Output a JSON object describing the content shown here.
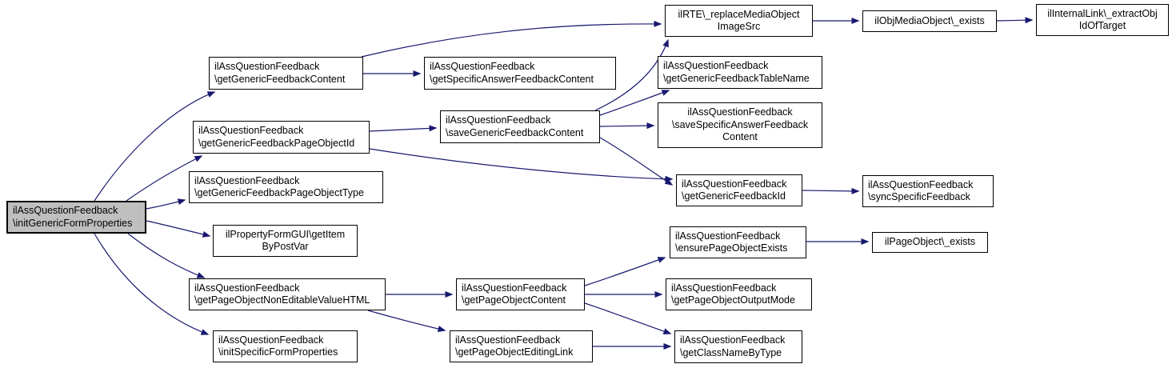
{
  "diagram": {
    "type": "call-graph",
    "colors": {
      "edge": "#191970",
      "node_border": "#000000",
      "node_fill": "#ffffff",
      "focus_fill": "#bfbfbf",
      "text": "#000000",
      "background": "#ffffff"
    },
    "nodes": [
      {
        "id": "initGenericFormProperties",
        "focus": true,
        "lines": [
          "ilAssQuestionFeedback",
          "\\initGenericFormProperties"
        ]
      },
      {
        "id": "getGenericFeedbackContent",
        "focus": false,
        "lines": [
          "ilAssQuestionFeedback",
          "\\getGenericFeedbackContent"
        ]
      },
      {
        "id": "getSpecificAnswerFeedbackContent",
        "focus": false,
        "lines": [
          "ilAssQuestionFeedback",
          "\\getSpecificAnswerFeedbackContent"
        ]
      },
      {
        "id": "replaceMediaObjectImageSrc",
        "focus": false,
        "lines": [
          "ilRTE\\_replaceMediaObject",
          "ImageSrc"
        ]
      },
      {
        "id": "objMediaObjectExists",
        "focus": false,
        "lines": [
          "ilObjMediaObject\\_exists"
        ]
      },
      {
        "id": "internalLinkExtractObjIdOfTarget",
        "focus": false,
        "lines": [
          "ilInternalLink\\_extractObj",
          "IdOfTarget"
        ]
      },
      {
        "id": "getGenericFeedbackPageObjectId",
        "focus": false,
        "lines": [
          "ilAssQuestionFeedback",
          "\\getGenericFeedbackPageObjectId"
        ]
      },
      {
        "id": "saveGenericFeedbackContent",
        "focus": false,
        "lines": [
          "ilAssQuestionFeedback",
          "\\saveGenericFeedbackContent"
        ]
      },
      {
        "id": "getGenericFeedbackTableName",
        "focus": false,
        "lines": [
          "ilAssQuestionFeedback",
          "\\getGenericFeedbackTableName"
        ]
      },
      {
        "id": "saveSpecificAnswerFeedbackContent",
        "focus": false,
        "lines": [
          "ilAssQuestionFeedback",
          "\\saveSpecificAnswerFeedback",
          "Content"
        ]
      },
      {
        "id": "getGenericFeedbackId",
        "focus": false,
        "lines": [
          "ilAssQuestionFeedback",
          "\\getGenericFeedbackId"
        ]
      },
      {
        "id": "syncSpecificFeedback",
        "focus": false,
        "lines": [
          "ilAssQuestionFeedback",
          "\\syncSpecificFeedback"
        ]
      },
      {
        "id": "getGenericFeedbackPageObjectType",
        "focus": false,
        "lines": [
          "ilAssQuestionFeedback",
          "\\getGenericFeedbackPageObjectType"
        ]
      },
      {
        "id": "getItemByPostVar",
        "focus": false,
        "lines": [
          "ilPropertyFormGUI\\getItem",
          "ByPostVar"
        ]
      },
      {
        "id": "getPageObjectNonEditableValueHTML",
        "focus": false,
        "lines": [
          "ilAssQuestionFeedback",
          "\\getPageObjectNonEditableValueHTML"
        ]
      },
      {
        "id": "getPageObjectContent",
        "focus": false,
        "lines": [
          "ilAssQuestionFeedback",
          "\\getPageObjectContent"
        ]
      },
      {
        "id": "ensurePageObjectExists",
        "focus": false,
        "lines": [
          "ilAssQuestionFeedback",
          "\\ensurePageObjectExists"
        ]
      },
      {
        "id": "pageObjectExists",
        "focus": false,
        "lines": [
          "ilPageObject\\_exists"
        ]
      },
      {
        "id": "getPageObjectOutputMode",
        "focus": false,
        "lines": [
          "ilAssQuestionFeedback",
          "\\getPageObjectOutputMode"
        ]
      },
      {
        "id": "initSpecificFormProperties",
        "focus": false,
        "lines": [
          "ilAssQuestionFeedback",
          "\\initSpecificFormProperties"
        ]
      },
      {
        "id": "getPageObjectEditingLink",
        "focus": false,
        "lines": [
          "ilAssQuestionFeedback",
          "\\getPageObjectEditingLink"
        ]
      },
      {
        "id": "getClassNameByType",
        "focus": false,
        "lines": [
          "ilAssQuestionFeedback",
          "\\getClassNameByType"
        ]
      }
    ],
    "edges": [
      {
        "from": "initGenericFormProperties",
        "to": "getGenericFeedbackContent"
      },
      {
        "from": "initGenericFormProperties",
        "to": "getGenericFeedbackPageObjectId"
      },
      {
        "from": "initGenericFormProperties",
        "to": "getGenericFeedbackPageObjectType"
      },
      {
        "from": "initGenericFormProperties",
        "to": "getItemByPostVar"
      },
      {
        "from": "initGenericFormProperties",
        "to": "getPageObjectNonEditableValueHTML"
      },
      {
        "from": "initGenericFormProperties",
        "to": "initSpecificFormProperties"
      },
      {
        "from": "getGenericFeedbackContent",
        "to": "getSpecificAnswerFeedbackContent"
      },
      {
        "from": "getGenericFeedbackContent",
        "to": "replaceMediaObjectImageSrc"
      },
      {
        "from": "replaceMediaObjectImageSrc",
        "to": "objMediaObjectExists"
      },
      {
        "from": "objMediaObjectExists",
        "to": "internalLinkExtractObjIdOfTarget"
      },
      {
        "from": "getGenericFeedbackPageObjectId",
        "to": "saveGenericFeedbackContent"
      },
      {
        "from": "getGenericFeedbackPageObjectId",
        "to": "getGenericFeedbackId"
      },
      {
        "from": "saveGenericFeedbackContent",
        "to": "replaceMediaObjectImageSrc"
      },
      {
        "from": "saveGenericFeedbackContent",
        "to": "getGenericFeedbackTableName"
      },
      {
        "from": "saveGenericFeedbackContent",
        "to": "saveSpecificAnswerFeedbackContent"
      },
      {
        "from": "saveGenericFeedbackContent",
        "to": "getGenericFeedbackId"
      },
      {
        "from": "getGenericFeedbackId",
        "to": "syncSpecificFeedback"
      },
      {
        "from": "getPageObjectNonEditableValueHTML",
        "to": "getPageObjectContent"
      },
      {
        "from": "getPageObjectNonEditableValueHTML",
        "to": "getPageObjectEditingLink"
      },
      {
        "from": "getPageObjectContent",
        "to": "ensurePageObjectExists"
      },
      {
        "from": "getPageObjectContent",
        "to": "getPageObjectOutputMode"
      },
      {
        "from": "getPageObjectContent",
        "to": "getClassNameByType"
      },
      {
        "from": "getPageObjectEditingLink",
        "to": "getClassNameByType"
      },
      {
        "from": "ensurePageObjectExists",
        "to": "pageObjectExists"
      }
    ]
  }
}
